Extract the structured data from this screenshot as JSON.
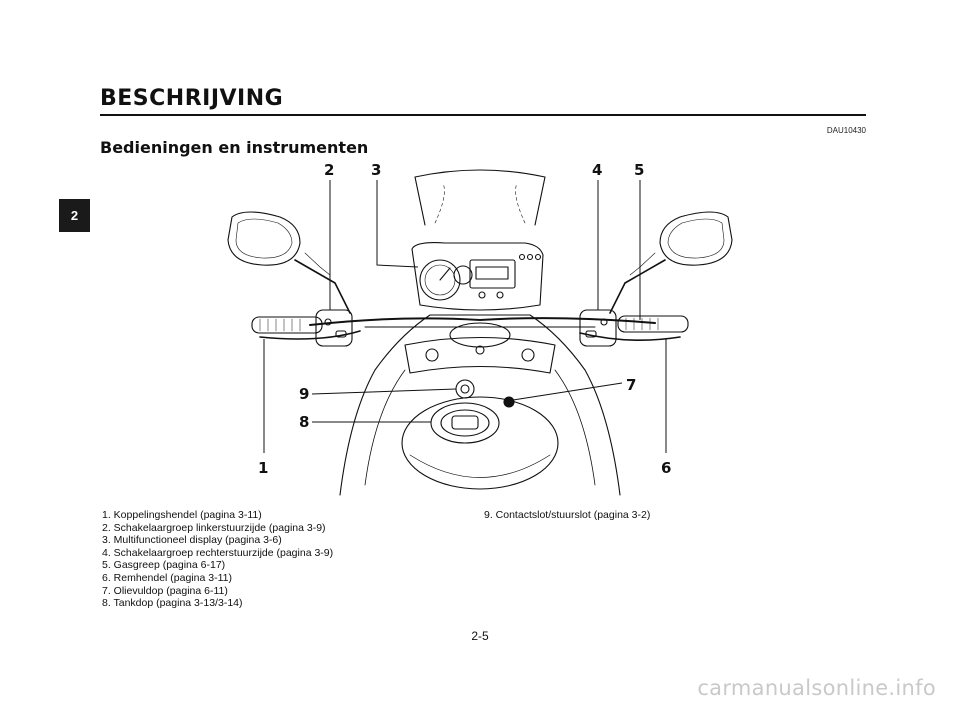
{
  "header": {
    "title": "BESCHRIJVING",
    "doc_code": "DAU10430"
  },
  "section": {
    "title": "Bedieningen en instrumenten"
  },
  "side_tab": {
    "chapter": "2"
  },
  "figure": {
    "callouts": [
      "1",
      "2",
      "3",
      "4",
      "5",
      "6",
      "7",
      "8",
      "9"
    ]
  },
  "legend": {
    "left": [
      "1. Koppelingshendel (pagina 3-11)",
      "2. Schakelaargroep linkerstuurzijde (pagina 3-9)",
      "3. Multifunctioneel display (pagina 3-6)",
      "4. Schakelaargroep rechterstuurzijde (pagina 3-9)",
      "5. Gasgreep (pagina 6-17)",
      "6. Remhendel (pagina 3-11)",
      "7. Olievuldop (pagina 6-11)",
      "8. Tankdop (pagina 3-13/3-14)"
    ],
    "right": [
      "9. Contactslot/stuurslot (pagina 3-2)"
    ]
  },
  "footer": {
    "page_number": "2-5",
    "watermark": "carmanualsonline.info"
  }
}
